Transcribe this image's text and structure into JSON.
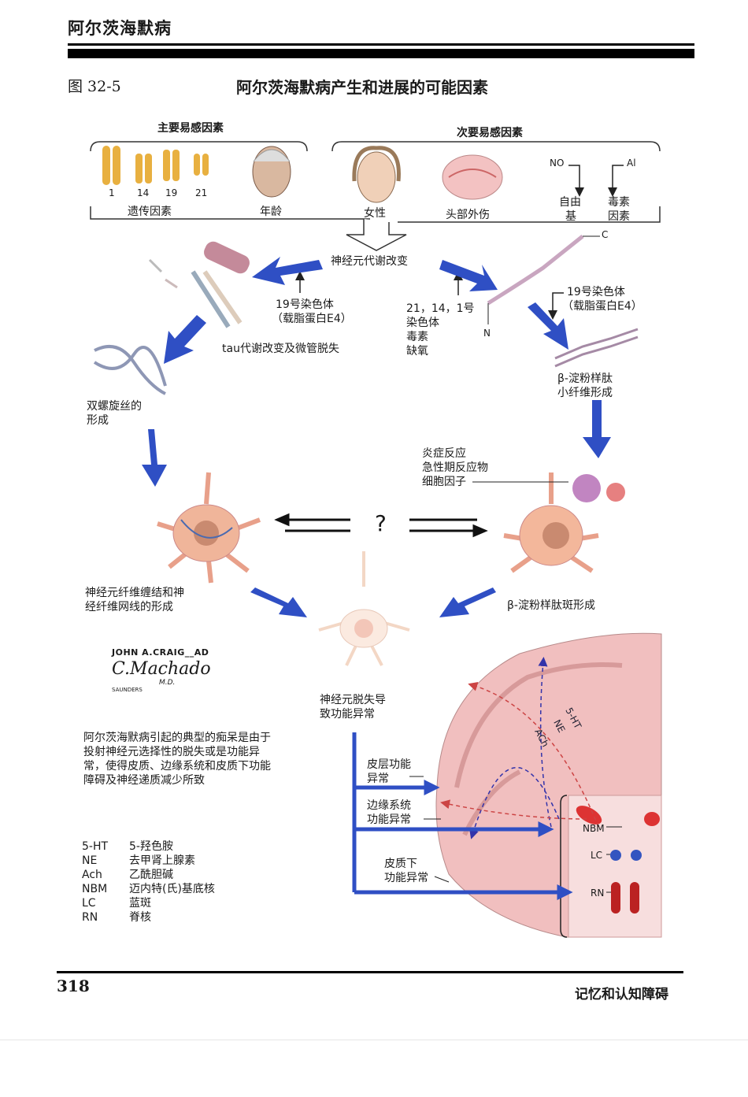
{
  "header": {
    "title": "阿尔茨海默病"
  },
  "figure": {
    "number": "图 32-5",
    "title": "阿尔茨海默病产生和进展的可能因素"
  },
  "risk": {
    "major_label": "主要易感因素",
    "minor_label": "次要易感因素",
    "chromosome_numbers": [
      "1",
      "14",
      "19",
      "21"
    ],
    "genetic": "遗传因素",
    "age": "年龄",
    "female": "女性",
    "head_injury": "头部外伤",
    "no_label": "NO",
    "al_label": "Al",
    "free_radical_1": "自由",
    "free_radical_2": "基",
    "toxin_1": "毒素",
    "toxin_2": "因素"
  },
  "pathway": {
    "metabolic_change": "神经元代谢改变",
    "chr19_left_1": "19号染色体",
    "chr19_left_2": "（载脂蛋白E4）",
    "tau": "tau代谢改变及微管脱失",
    "chr_list_1": "21，14，1号",
    "chr_list_2": "染色体",
    "chr_list_3": "毒素",
    "chr_list_4": "缺氧",
    "c_label": "C",
    "n_label": "N",
    "chr19_right_1": "19号染色体",
    "chr19_right_2": "（载脂蛋白E4）",
    "amyloid_1": "β-淀粉样肽",
    "amyloid_2": "小纤维形成",
    "helix_1": "双螺旋丝的",
    "helix_2": "形成",
    "inflam_1": "炎症反应",
    "inflam_2": "急性期反应物",
    "inflam_3": "细胞因子",
    "question": "?",
    "tangle_1": "神经元纤维缠结和神",
    "tangle_2": "经纤维网线的形成",
    "plaque": "β-淀粉样肽斑形成",
    "loss_1": "神经元脱失导",
    "loss_2": "致功能异常"
  },
  "brain": {
    "cortex_1": "皮层功能",
    "cortex_2": "异常",
    "limbic_1": "边缘系统",
    "limbic_2": "功能异常",
    "subcortex_1": "皮质下",
    "subcortex_2": "功能异常",
    "ht": "5-HT",
    "ne": "NE",
    "ach": "ACh",
    "nbm": "NBM",
    "lc": "LC",
    "rn": "RN"
  },
  "signature": {
    "artist": "JOHN A.CRAIG__AD",
    "script": "C.Machado",
    "md": "M.D.",
    "publisher": "SAUNDERS"
  },
  "caption": "阿尔茨海默病引起的典型的痴呆是由于投射神经元选择性的脱失或是功能异常，使得皮质、边缘系统和皮质下功能障碍及神经递质减少所致",
  "abbreviations": [
    {
      "key": "5-HT",
      "value": "5-羟色胺"
    },
    {
      "key": "NE",
      "value": "去甲肾上腺素"
    },
    {
      "key": "Ach",
      "value": "乙酰胆碱"
    },
    {
      "key": "NBM",
      "value": "迈内特(氏)基底核"
    },
    {
      "key": "LC",
      "value": "蓝斑"
    },
    {
      "key": "RN",
      "value": "脊核"
    }
  ],
  "footer": {
    "page": "318",
    "section": "记忆和认知障碍"
  },
  "colors": {
    "arrow_blue": "#2f4fc4",
    "neuron": "#f0b59a",
    "chromosome": "#e8b040",
    "plaque": "#b266b2"
  }
}
